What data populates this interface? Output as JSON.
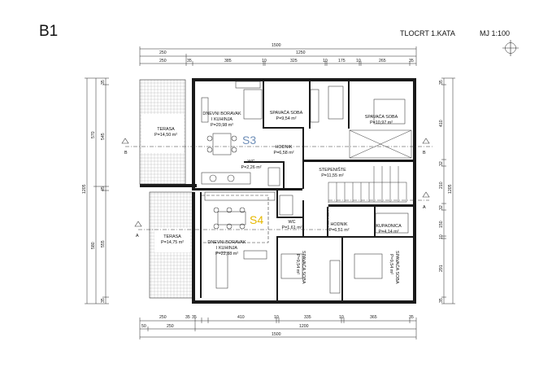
{
  "header": {
    "label": "B1",
    "title": "TLOCRT 1.KATA",
    "scale": "MJ 1:100"
  },
  "units": {
    "s3": "S3",
    "s4": "S4"
  },
  "units_colors": {
    "s3": "#6f8fb8",
    "s4": "#e6b800"
  },
  "rooms": {
    "terasa_top": [
      "TERASA",
      "P=14,50 m²"
    ],
    "dnevni_top": [
      "DNEVNI BORAVAK",
      "I KUHINJA",
      "P=20,98 m²"
    ],
    "spavaca_1": [
      "SPAVAĆA SOBA",
      "P=9,54 m²"
    ],
    "spavaca_2": [
      "SPAVAĆA SOBA",
      "P=10,97 m²"
    ],
    "hodnik_top": [
      "HODNIK",
      "P=6,58 m²"
    ],
    "wc_top": [
      "WC",
      "P=2,26 m²"
    ],
    "stepeniste": [
      "STEPENIŠTE",
      "P=11,55 m²"
    ],
    "terasa_bot": [
      "TERASA",
      "P=14,75 m²"
    ],
    "dnevni_bot": [
      "DNEVNI BORAVAK",
      "I KUHINJA",
      "P=22,88 m²"
    ],
    "wc_bot": [
      "WC",
      "P=1,61 m²"
    ],
    "hodnik_bot": [
      "HODNIK",
      "P=6,51 m²"
    ],
    "kupaonica": [
      "KUPAONICA",
      "P=4,14 m²"
    ],
    "spavaca_3": [
      "SPAVAĆA SOBA",
      "P=9,54 m²"
    ],
    "spavaca_4": [
      "SPAVAĆA SOBA",
      "P=9,54 m²"
    ]
  },
  "sections": {
    "b": "B",
    "a": "A"
  },
  "dims": {
    "top_total": "1500",
    "top_mid": [
      "250",
      "1250"
    ],
    "top_detail": [
      "250",
      "35",
      "385",
      "10",
      "325",
      "10",
      "175",
      "10",
      "265",
      "35"
    ],
    "bottom_detail": [
      "250",
      "35",
      "35",
      "410",
      "10",
      "335",
      "10",
      "365",
      "35"
    ],
    "bottom_second": [
      "50",
      "250",
      "1200"
    ],
    "bottom_total": "1500",
    "left_total": "1205",
    "left_detail": [
      "35",
      "570",
      "545",
      "45",
      "555",
      "580",
      "35"
    ],
    "right_total": "1205",
    "right_detail": [
      "35",
      "410",
      "32",
      "210",
      "32",
      "150",
      "10",
      "291",
      "35"
    ]
  }
}
